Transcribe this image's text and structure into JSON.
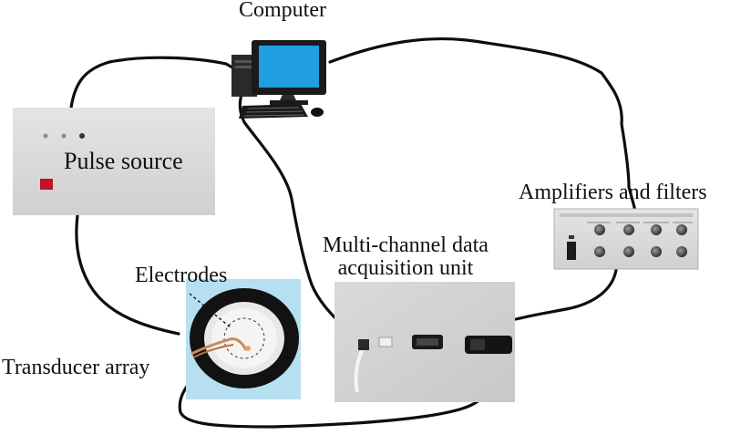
{
  "labels": {
    "computer": "Computer",
    "pulse_source": "Pulse source",
    "amplifiers": "Amplifiers and filters",
    "daq_line1": "Multi-channel data",
    "daq_line2": "acquisition unit",
    "electrodes": "Electrodes",
    "transducer": "Transducer array"
  },
  "colors": {
    "cable": "#0d0d0d",
    "panel": "#dcdcda",
    "screen": "#1f9fe0",
    "switch": "#c0122a",
    "backdrop": "#8fd0ec"
  }
}
